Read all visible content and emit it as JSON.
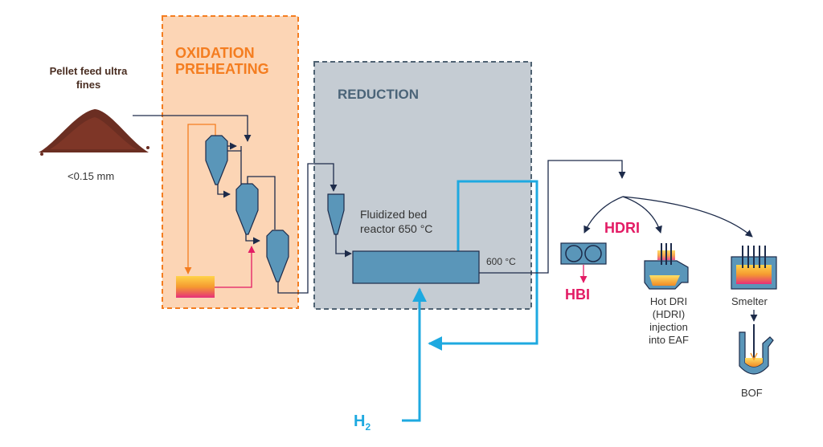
{
  "feed": {
    "title": "Pellet feed ultra fines",
    "size": "<0.15 mm"
  },
  "oxidation": {
    "line1": "OXIDATION",
    "line2": "PREHEATING"
  },
  "reduction": {
    "title": "REDUCTION"
  },
  "reactor": {
    "line1": "Fluidized bed",
    "line2": "reactor 650 °C"
  },
  "outlet_temp": "600 °C",
  "products": {
    "hdri": "HDRI",
    "hbi": "HBI",
    "hot_dri": "Hot DRI (HDRI) injection into EAF",
    "smelter": "Smelter",
    "bof": "BOF"
  },
  "h2": {
    "base": "H",
    "sub": "2"
  },
  "colors": {
    "orange": "#f47d20",
    "orange_fill": "#fcd5b5",
    "reduction_fill": "#c5ccd3",
    "reduction_border": "#4f6272",
    "equipment": "#5a96b9",
    "flow_dark": "#1d2b4a",
    "hydrogen": "#1ea9e0",
    "hot": "#e31b64"
  },
  "icons": [
    "pellet-pile-icon",
    "cyclone-icon",
    "heater-icon",
    "hbi-press-icon",
    "eaf-icon",
    "smelter-icon",
    "bof-icon"
  ]
}
